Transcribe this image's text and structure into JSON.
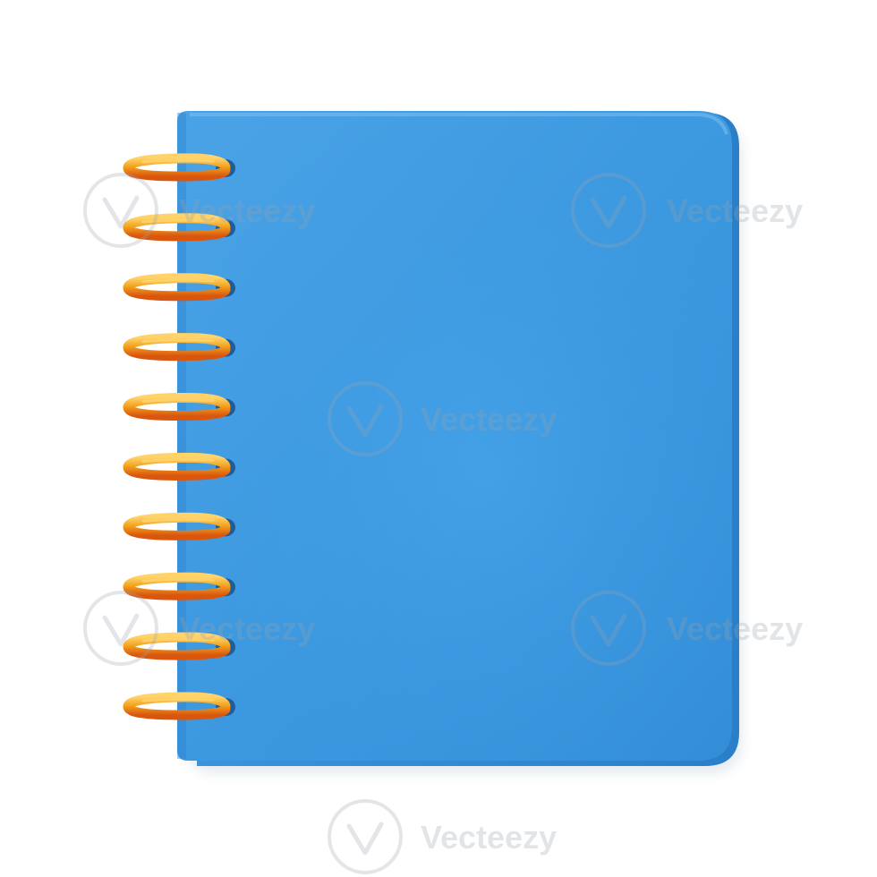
{
  "image": {
    "subject": "spiral notebook",
    "icon": "notebook-icon"
  },
  "colors": {
    "background": "#ffffff",
    "cover": "#3d99e0",
    "cover_light": "#56aaea",
    "cover_dark": "#2f87cf",
    "spine_edge": "#3a8fd8",
    "ring": "#f0a21a",
    "ring_highlight": "#ffd36a",
    "ring_shadow": "#d9560e",
    "hole": "#1f5c99"
  },
  "spiral": {
    "ring_count": 10
  },
  "watermark": {
    "brand": "Vecteezy"
  }
}
